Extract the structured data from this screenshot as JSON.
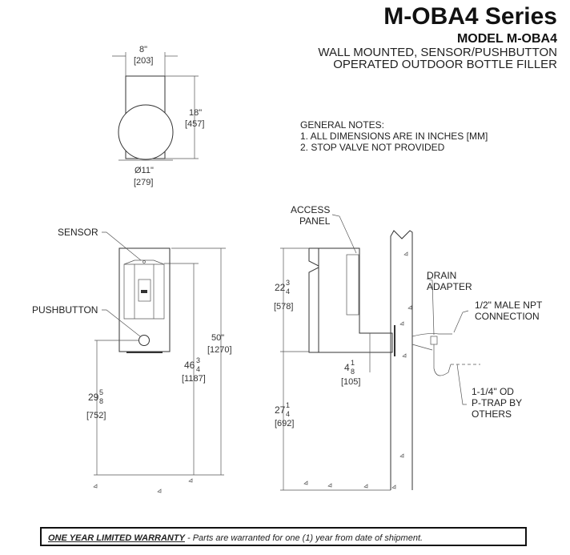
{
  "header": {
    "series_title": "M-OBA4 Series",
    "model": "MODEL M-OBA4",
    "description_line1": "WALL MOUNTED, SENSOR/PUSHBUTTON",
    "description_line2": "OPERATED OUTDOOR BOTTLE FILLER"
  },
  "notes": {
    "title": "GENERAL NOTES:",
    "items": [
      "1. ALL DIMENSIONS ARE IN INCHES [MM]",
      "2. STOP VALVE NOT PROVIDED"
    ]
  },
  "top_view": {
    "width": "8\"",
    "width_mm": "[203]",
    "depth": "18\"",
    "depth_mm": "[457]",
    "diameter": "Ø11\"",
    "diameter_mm": "[279]"
  },
  "front_view": {
    "sensor_label": "SENSOR",
    "pushbutton_label": "PUSHBUTTON",
    "overall_height": "50\"",
    "overall_height_mm": "[1270]",
    "spout_height_whole": "46",
    "spout_height_num": "3",
    "spout_height_den": "4",
    "spout_height_mm": "[1187]",
    "button_height_whole": "29",
    "button_height_num": "5",
    "button_height_den": "8",
    "button_height_mm": "[752]"
  },
  "side_view": {
    "access_panel_line1": "ACCESS",
    "access_panel_line2": "PANEL",
    "unit_height_whole": "22",
    "unit_height_num": "3",
    "unit_height_den": "4",
    "unit_height_mm": "[578]",
    "mount_whole": "4",
    "mount_num": "1",
    "mount_den": "8",
    "mount_mm": "[105]",
    "bottom_whole": "27",
    "bottom_num": "1",
    "bottom_den": "4",
    "bottom_mm": "[692]",
    "drain_line1": "DRAIN",
    "drain_line2": "ADAPTER",
    "npt_line1": "1/2\" MALE NPT",
    "npt_line2": "CONNECTION",
    "ptrap_line1": "1-1/4\" OD",
    "ptrap_line2": "P-TRAP BY",
    "ptrap_line3": "OTHERS"
  },
  "warranty": {
    "title": "ONE YEAR LIMITED WARRANTY",
    "text": " - Parts are warranted for one (1) year from date of shipment."
  }
}
